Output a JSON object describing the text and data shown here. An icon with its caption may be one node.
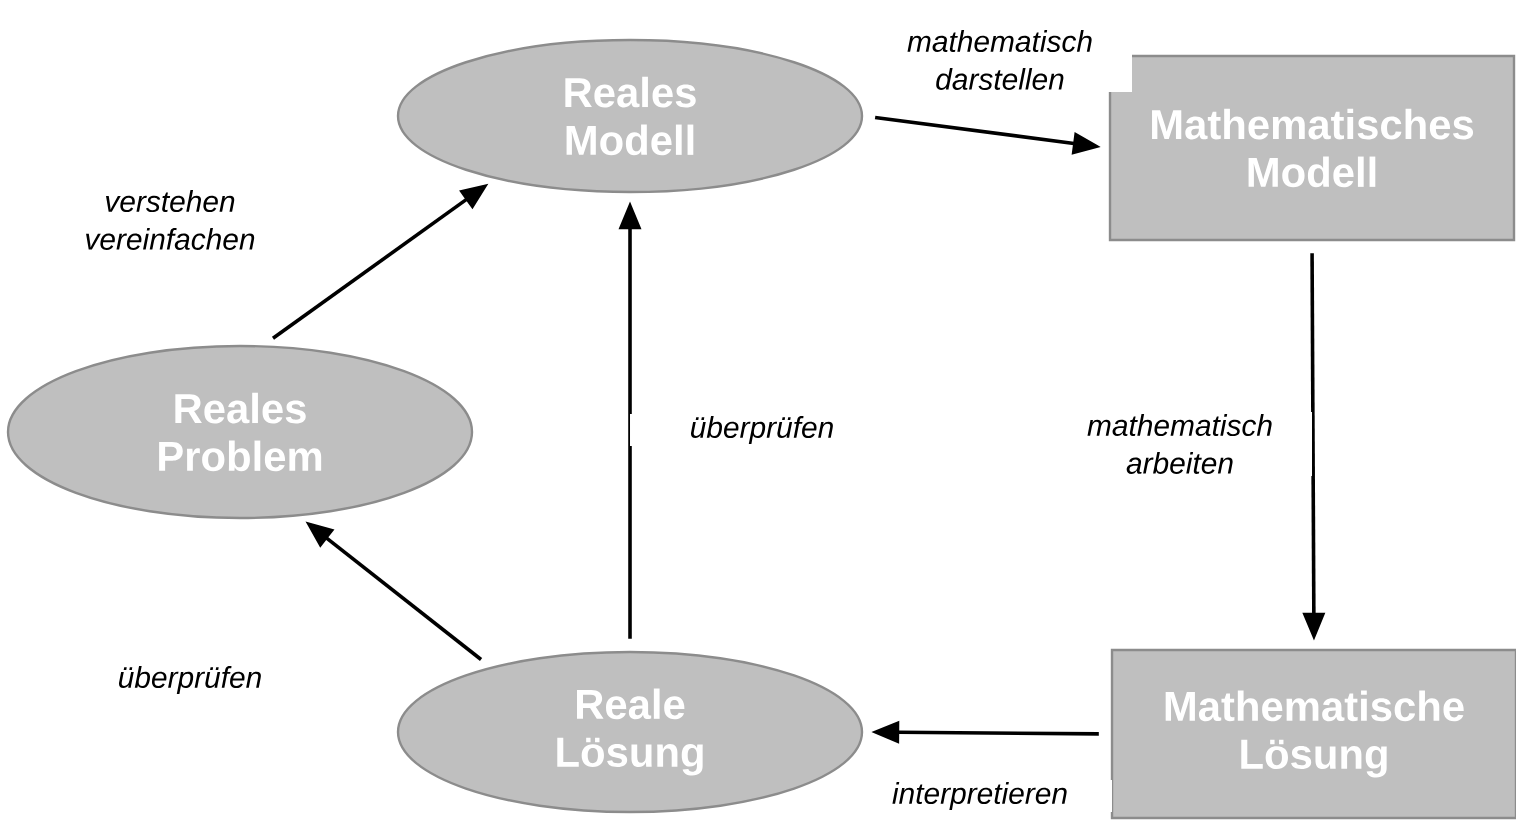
{
  "diagram": {
    "nodes": [
      {
        "text": [
          "Reales Modell"
        ]
      },
      {
        "text": [
          "Mathematisches Modell"
        ]
      },
      {
        "text": [
          "Reales Problem"
        ]
      },
      {
        "text": [
          "Mathematische Lösung"
        ]
      },
      {
        "text": [
          "Reale Lösung"
        ]
      }
    ],
    "edges": [
      {
        "from": 0,
        "to": 1,
        "arrow": "to",
        "label": "mathematisch darstellen"
      },
      {
        "from": 1,
        "to": 3,
        "arrow": "to",
        "label": "mathematisch arbeiten"
      },
      {
        "from": 3,
        "to": 4,
        "arrow": "to",
        "label": "interpretieren"
      },
      {
        "from": 4,
        "to": 0,
        "arrow": "to",
        "label": "überprüfen"
      },
      {
        "from": 4,
        "to": 2,
        "arrow": "to",
        "label": "überprüfen"
      },
      {
        "from": 2,
        "to": 0,
        "arrow": "to",
        "label": "verstehen vereinfachen"
      }
    ]
  }
}
